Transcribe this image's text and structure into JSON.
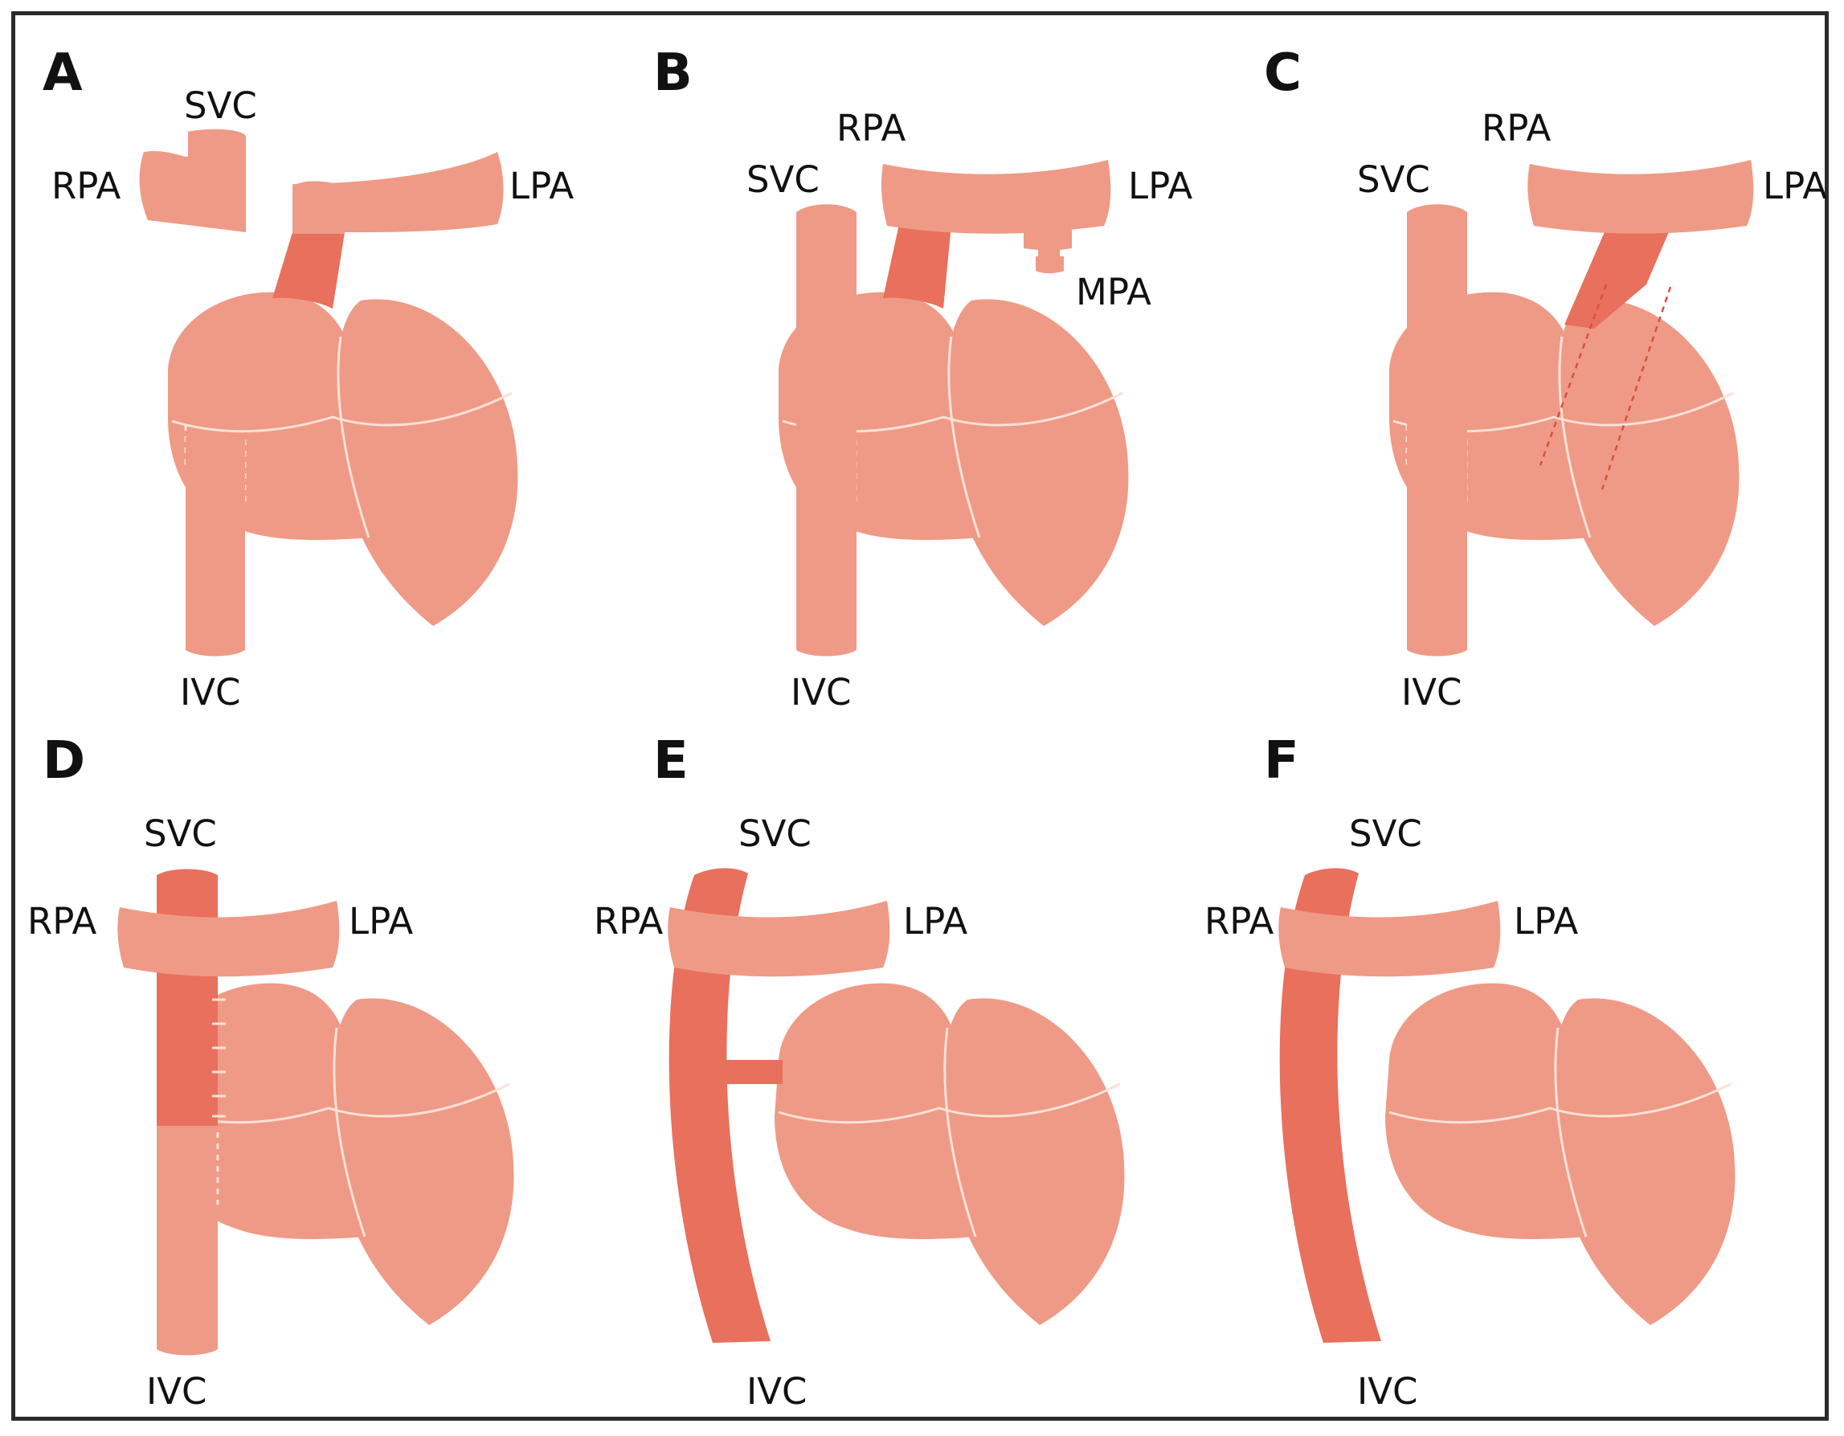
{
  "panels": [
    {
      "letter": "A",
      "labels": {
        "svc": "SVC",
        "rpa": "RPA",
        "lpa": "LPA",
        "ivc": "IVC"
      }
    },
    {
      "letter": "B",
      "labels": {
        "svc": "SVC",
        "rpa": "RPA",
        "lpa": "LPA",
        "mpa": "MPA",
        "ivc": "IVC"
      }
    },
    {
      "letter": "C",
      "labels": {
        "svc": "SVC",
        "rpa": "RPA",
        "lpa": "LPA",
        "ivc": "IVC"
      }
    },
    {
      "letter": "D",
      "labels": {
        "svc": "SVC",
        "rpa": "RPA",
        "lpa": "LPA",
        "ivc": "IVC"
      }
    },
    {
      "letter": "E",
      "labels": {
        "svc": "SVC",
        "rpa": "RPA",
        "lpa": "LPA",
        "ivc": "IVC"
      }
    },
    {
      "letter": "F",
      "labels": {
        "svc": "SVC",
        "rpa": "RPA",
        "lpa": "LPA",
        "ivc": "IVC"
      }
    }
  ],
  "colors": {
    "tissue": "#ef9a86",
    "conduit": "#e8705c",
    "seam": "#fbe1d8",
    "frame": "#2b2b2b"
  }
}
